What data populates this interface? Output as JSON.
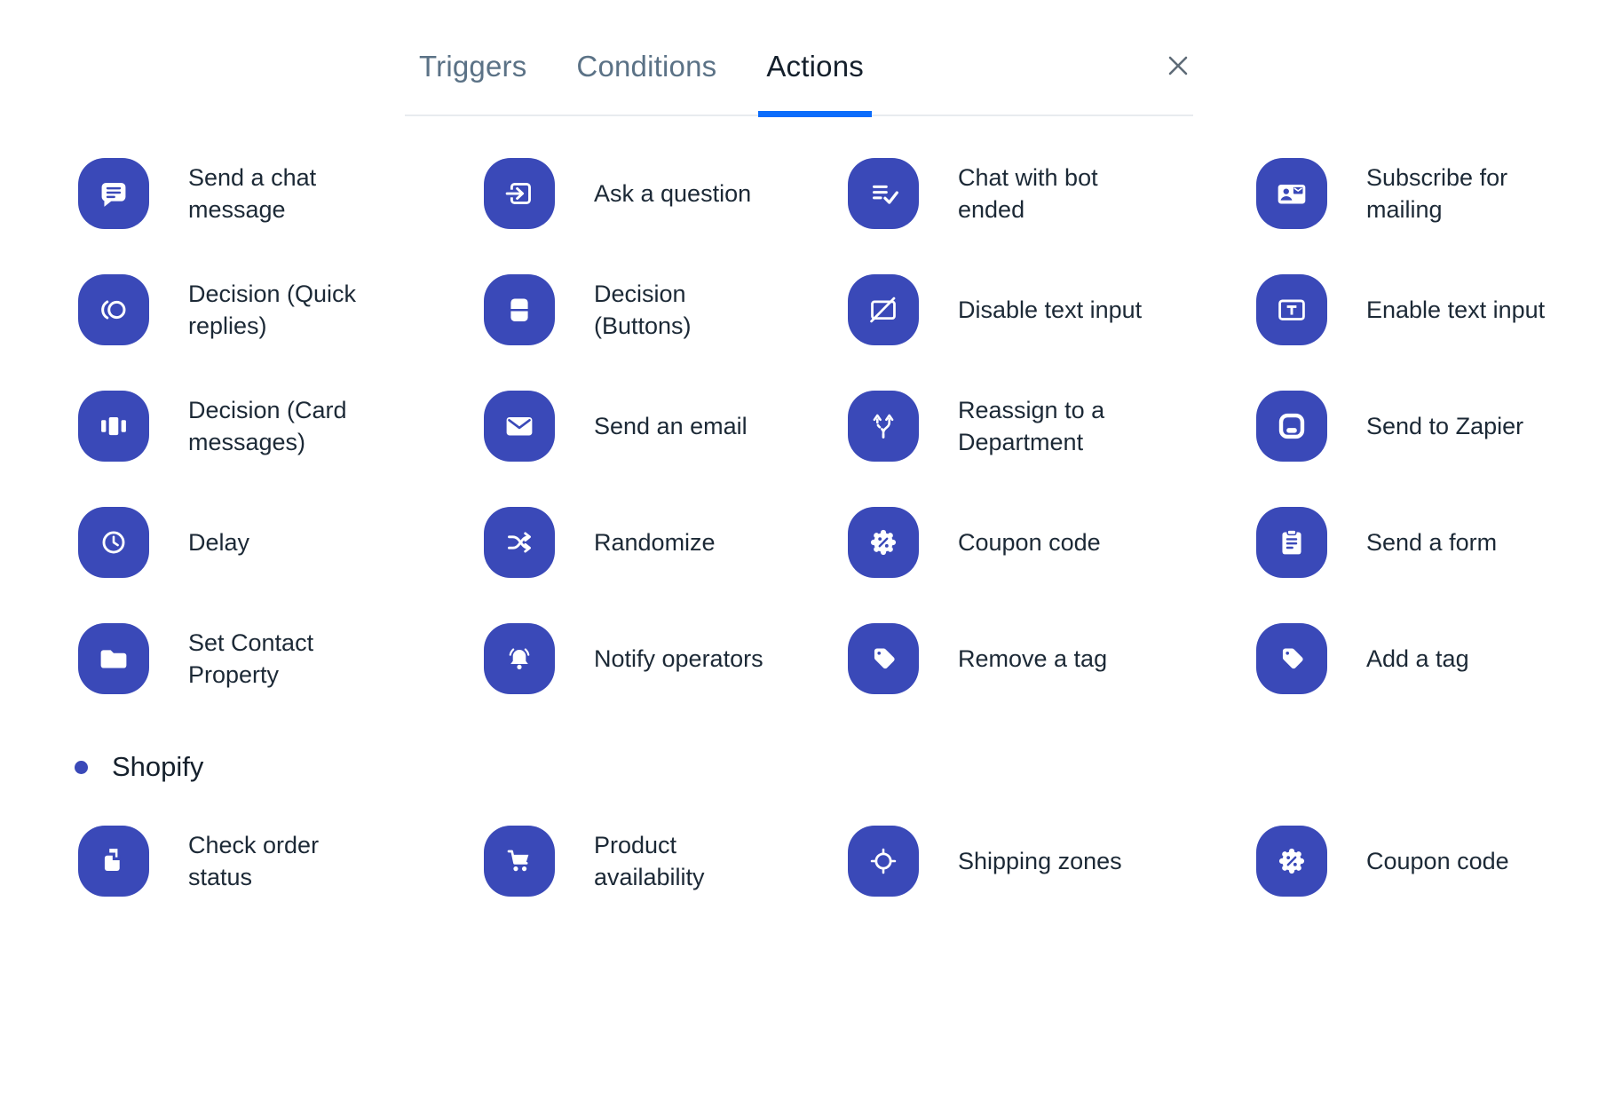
{
  "colors": {
    "icon_bg": "#3A49B8",
    "active_tab_underline": "#0B6CFB",
    "tab_inactive_text": "#5B7286",
    "tab_active_text": "#15202C",
    "label_text": "#1C2936",
    "divider": "#E8EBEF",
    "close_icon": "#5E6B77",
    "section_bullet": "#3A49B8"
  },
  "tabs": {
    "items": [
      {
        "label": "Triggers",
        "active": false
      },
      {
        "label": "Conditions",
        "active": false
      },
      {
        "label": "Actions",
        "active": true
      }
    ],
    "close_icon": "close-icon"
  },
  "actions": {
    "items": [
      {
        "label": "Send a chat message",
        "icon": "chat-message"
      },
      {
        "label": "Ask a question",
        "icon": "ask-question"
      },
      {
        "label": "Chat with bot ended",
        "icon": "chat-bot-ended"
      },
      {
        "label": "Subscribe for mailing",
        "icon": "subscribe-mailing"
      },
      {
        "label": "Decision (Quick replies)",
        "icon": "decision-quick-replies"
      },
      {
        "label": "Decision (Buttons)",
        "icon": "decision-buttons"
      },
      {
        "label": "Disable text input",
        "icon": "disable-text-input"
      },
      {
        "label": "Enable text input",
        "icon": "enable-text-input"
      },
      {
        "label": "Decision (Card messages)",
        "icon": "decision-card-messages"
      },
      {
        "label": "Send an email",
        "icon": "send-email"
      },
      {
        "label": "Reassign to a Department",
        "icon": "reassign-department"
      },
      {
        "label": "Send to Zapier",
        "icon": "send-to-zapier"
      },
      {
        "label": "Delay",
        "icon": "delay"
      },
      {
        "label": "Randomize",
        "icon": "randomize"
      },
      {
        "label": "Coupon code",
        "icon": "coupon-code"
      },
      {
        "label": "Send a form",
        "icon": "send-form"
      },
      {
        "label": "Set Contact Property",
        "icon": "set-contact-property"
      },
      {
        "label": "Notify operators",
        "icon": "notify-operators"
      },
      {
        "label": "Remove a tag",
        "icon": "tag"
      },
      {
        "label": "Add a tag",
        "icon": "tag"
      }
    ]
  },
  "shopify": {
    "title": "Shopify",
    "items": [
      {
        "label": "Check order status",
        "icon": "check-order-status"
      },
      {
        "label": "Product availability",
        "icon": "product-availability"
      },
      {
        "label": "Shipping zones",
        "icon": "shipping-zones"
      },
      {
        "label": "Coupon code",
        "icon": "coupon-code"
      }
    ]
  }
}
